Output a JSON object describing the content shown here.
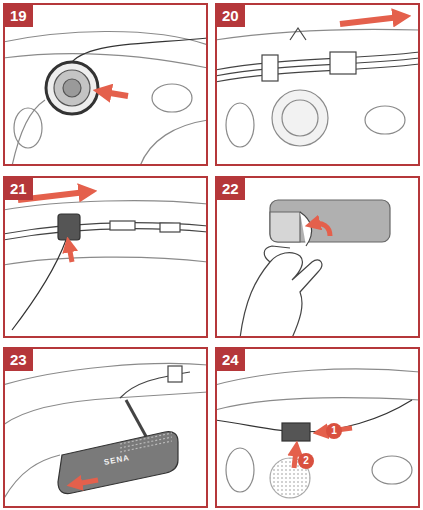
{
  "diagram": {
    "nodes": [
      {
        "text": [
          "19"
        ]
      },
      {
        "text": [
          "20"
        ]
      },
      {
        "text": [
          "21"
        ]
      },
      {
        "text": [
          "22"
        ]
      },
      {
        "text": [
          "23"
        ]
      },
      {
        "text": [
          "24"
        ]
      },
      {
        "text": [
          "1"
        ],
        "in": 5
      },
      {
        "text": [
          "2"
        ],
        "in": 5
      }
    ],
    "labels": [
      "SENA"
    ]
  }
}
